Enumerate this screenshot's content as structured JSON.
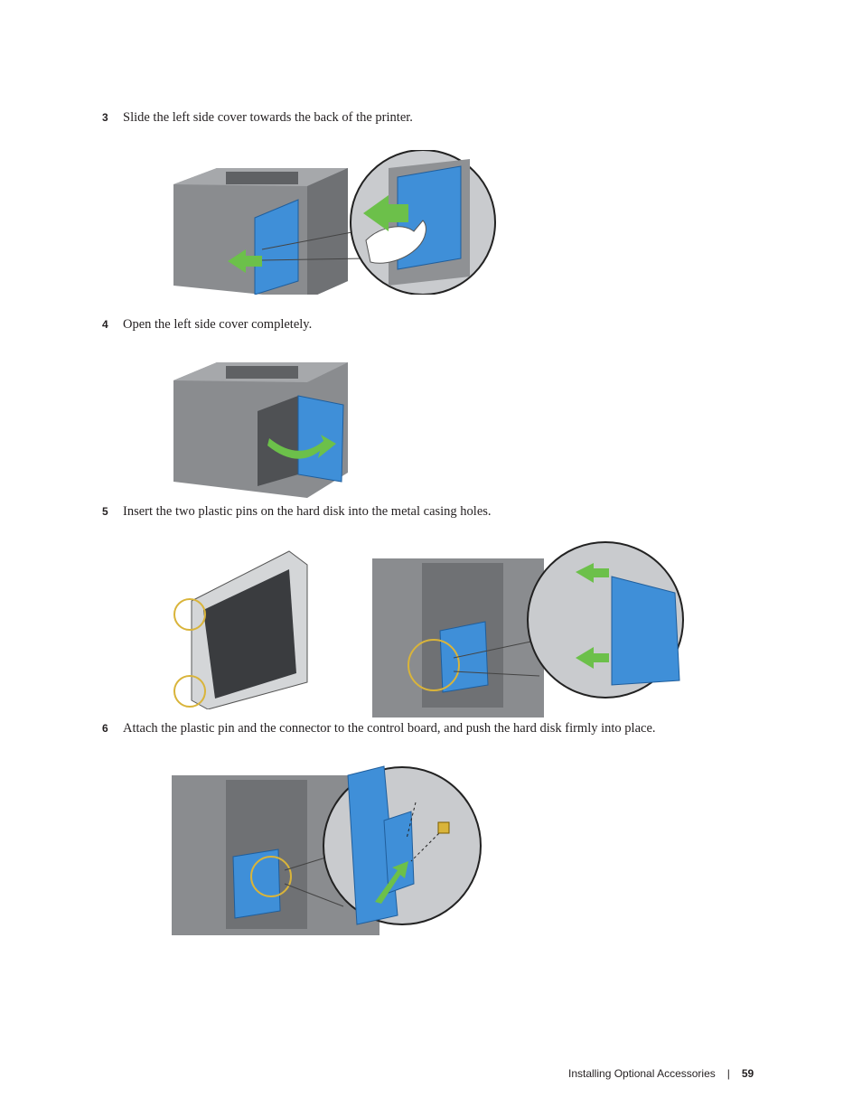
{
  "steps": [
    {
      "number": "3",
      "text": "Slide the left side cover towards the back of the printer."
    },
    {
      "number": "4",
      "text": "Open the left side cover completely."
    },
    {
      "number": "5",
      "text": "Insert the two plastic pins on the hard disk into the metal casing holes."
    },
    {
      "number": "6",
      "text": "Attach the plastic pin and the connector to the control board, and push the hard disk firmly into place."
    }
  ],
  "footer": {
    "section_title": "Installing Optional Accessories",
    "separator": "|",
    "page_number": "59"
  },
  "colors": {
    "printer_gray": "#8a8c8f",
    "printer_dark": "#5f6164",
    "cover_blue": "#3f8fd8",
    "arrow_green": "#6cc04a",
    "highlight_gold": "#d9b43a",
    "text": "#231f20"
  },
  "icons": [
    "printer-illustration",
    "left-arrow-icon",
    "curved-arrow-icon",
    "hand-icon",
    "hard-disk-illustration"
  ]
}
